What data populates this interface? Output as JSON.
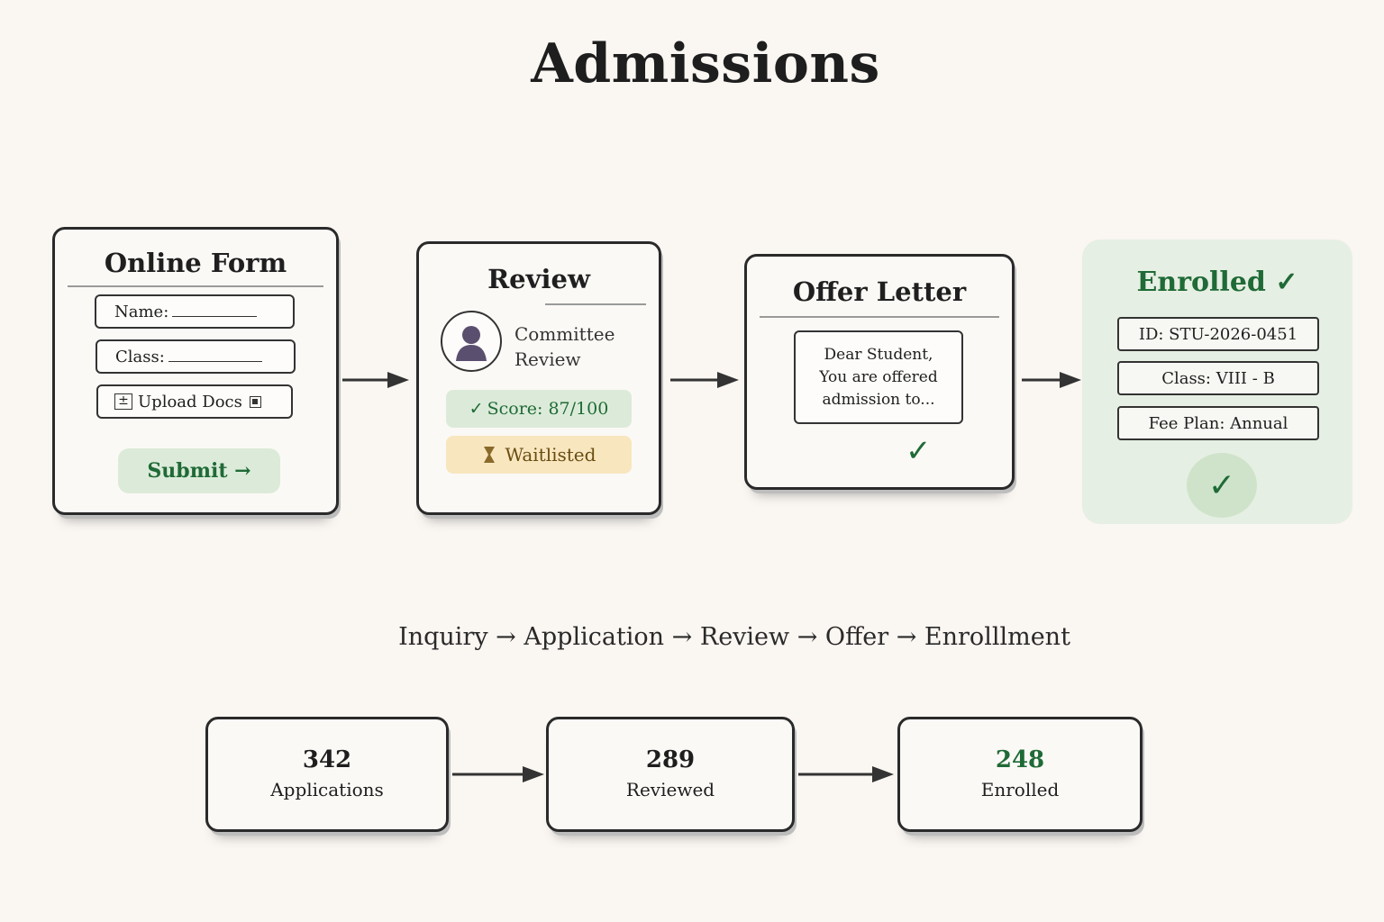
{
  "title": "Admissions",
  "colors": {
    "green": "#1f6a36",
    "green_bg": "#dcebd9",
    "amber_bg": "#f8e6bf",
    "ink": "#2a2a2a"
  },
  "online_form": {
    "title": "Online Form",
    "name_label": "Name:",
    "class_label": "Class:",
    "upload_label": "Upload Docs",
    "submit_label": "Submit →"
  },
  "review": {
    "title": "Review",
    "committee_line1": "Committee",
    "committee_line2": "Review",
    "score": "Score: 87/100",
    "status": "Waitlisted"
  },
  "offer": {
    "title": "Offer Letter",
    "line1": "Dear Student,",
    "line2": "You are offered",
    "line3": "admission to..."
  },
  "enrolled": {
    "title": "Enrolled ✓",
    "id": "ID: STU-2026-0451",
    "class": "Class: VIII - B",
    "fee_plan": "Fee Plan: Annual"
  },
  "flow": "Inquiry → Application → Review → Offer → Enrolllment",
  "stats": [
    {
      "value": "342",
      "label": "Applications"
    },
    {
      "value": "289",
      "label": "Reviewed"
    },
    {
      "value": "248",
      "label": "Enrolled"
    }
  ]
}
